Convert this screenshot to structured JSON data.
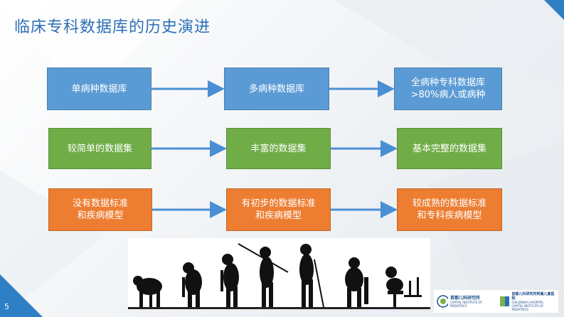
{
  "slide": {
    "title": "临床专科数据库的历史演进",
    "page_number": "5"
  },
  "rows": [
    {
      "items": [
        "单病种数据库",
        "多病种数据库",
        "全病种专科数据库\n>80%病人或病种"
      ]
    },
    {
      "items": [
        "较简单的数据集",
        "丰富的数据集",
        "基本完整的数据集"
      ]
    },
    {
      "items": [
        "没有数据标准\n和疾病模型",
        "有初步的数据标准\n和疾病模型",
        "较成熟的数据标准\n和专科疾病模型"
      ]
    }
  ],
  "logos": {
    "left_cn": "首都儿科研究所",
    "left_en": "CAPITAL INSTITUTE OF PEDIATRICS",
    "right_cn": "首都儿科研究所附属儿童医院",
    "right_en1": "CHILDREN'S HOSPITAL",
    "right_en2": "CAPITAL INSTITUTE OF PEDIATRICS"
  },
  "colors": {
    "blue": "#5b9bd5",
    "green": "#70ad47",
    "orange": "#ed7d31",
    "arrow": "#4a8fd6",
    "accent": "#2f7fc4"
  },
  "image": {
    "name": "human-evolution-silhouettes"
  }
}
